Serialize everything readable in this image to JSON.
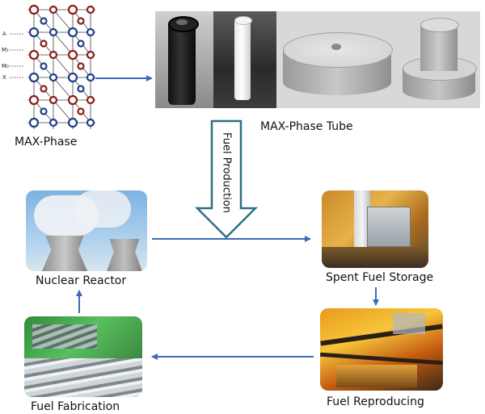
{
  "diagram": {
    "nodes": {
      "max_phase": {
        "label": "MAX-Phase",
        "atom_labels": [
          "A",
          "M₁",
          "M₀",
          "X"
        ]
      },
      "max_phase_tube": {
        "label": "MAX-Phase Tube"
      },
      "nuclear_reactor": {
        "label": "Nuclear Reactor"
      },
      "spent_fuel_storage": {
        "label": "Spent Fuel Storage"
      },
      "fuel_reproducing": {
        "label": "Fuel Reproducing"
      },
      "fuel_fabrication": {
        "label": "Fuel Fabrication"
      }
    },
    "fuel_production_label": "Fuel Production",
    "colors": {
      "arrow": "#3b6bb5",
      "big_arrow_border": "#2e6e86",
      "lattice_red": "#8b1a1a",
      "lattice_blue": "#1f3c88"
    }
  }
}
